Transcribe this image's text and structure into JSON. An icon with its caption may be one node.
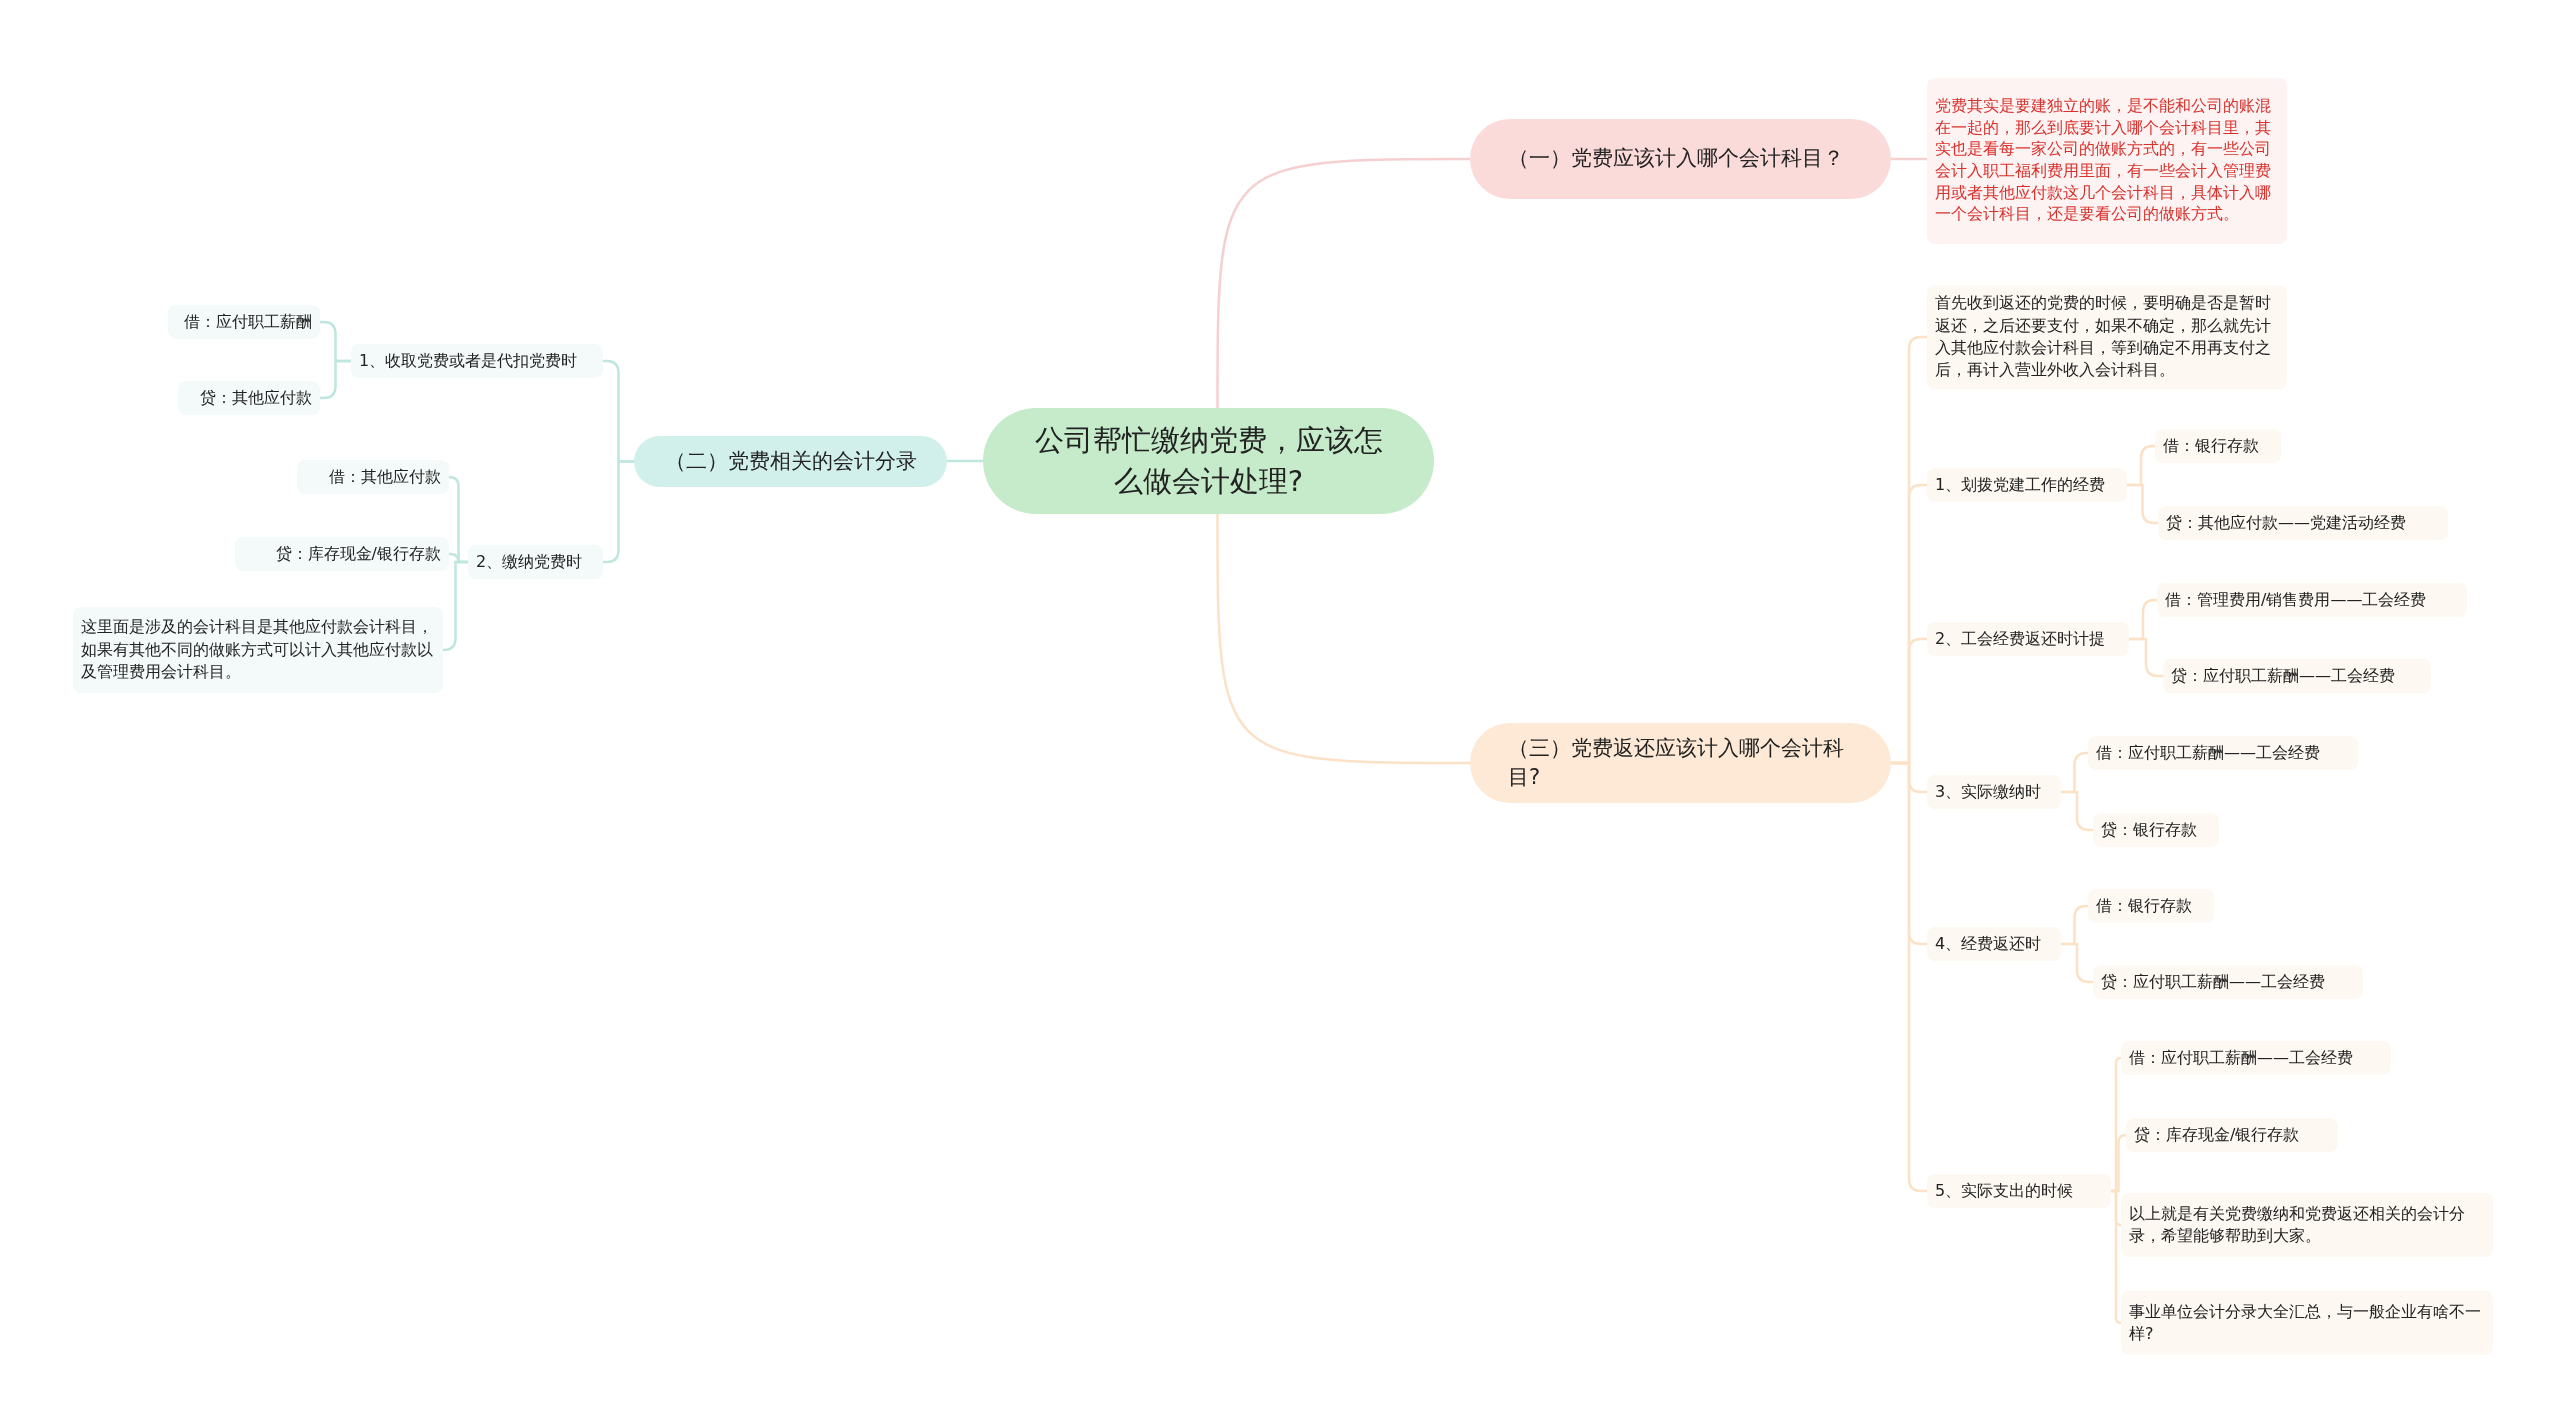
{
  "diagram": {
    "nodes": [
      {
        "text": [
          "公司帮忙缴纳党费，应该怎么做会计处理?"
        ]
      },
      {
        "text": [
          "（一）党费应该计入哪个会计科目？"
        ]
      },
      {
        "text": [
          "党费其实是要建独立的账，是不能和公司的账混在一起的，那么到底要计入哪个会计科目里，其实也是看每一家公司的做账方式的，有一些公司会计入职工福利费用里面，有一些会计入管理费用或者其他应付款这几个会计科目，具体计入哪一个会计科目，还是要看公司的做账方式。"
        ]
      },
      {
        "text": [
          "（二）党费相关的会计分录"
        ]
      },
      {
        "text": [
          "1、收取党费或者是代扣党费时"
        ]
      },
      {
        "text": [
          "借：应付职工薪酬"
        ]
      },
      {
        "text": [
          "贷：其他应付款"
        ]
      },
      {
        "text": [
          "2、缴纳党费时"
        ]
      },
      {
        "text": [
          "借：其他应付款"
        ]
      },
      {
        "text": [
          "贷：库存现金/银行存款"
        ]
      },
      {
        "text": [
          "这里面是涉及的会计科目是其他应付款会计科目，如果有其他不同的做账方式可以计入其他应付款以及管理费用会计科目。"
        ]
      },
      {
        "text": [
          "（三）党费返还应该计入哪个会计科目?"
        ]
      },
      {
        "text": [
          "首先收到返还的党费的时候，要明确是否是暂时返还，之后还要支付，如果不确定，那么就先计入其他应付款会计科目，等到确定不用再支付之后，再计入营业外收入会计科目。"
        ]
      },
      {
        "text": [
          "1、划拨党建工作的经费"
        ]
      },
      {
        "text": [
          "借：银行存款"
        ]
      },
      {
        "text": [
          "贷：其他应付款——党建活动经费"
        ]
      },
      {
        "text": [
          "2、工会经费返还时计提"
        ]
      },
      {
        "text": [
          "借：管理费用/销售费用——工会经费"
        ]
      },
      {
        "text": [
          "贷：应付职工薪酬——工会经费"
        ]
      },
      {
        "text": [
          "3、实际缴纳时"
        ]
      },
      {
        "text": [
          "借：应付职工薪酬——工会经费"
        ]
      },
      {
        "text": [
          "贷：银行存款"
        ]
      },
      {
        "text": [
          "4、经费返还时"
        ]
      },
      {
        "text": [
          "借：银行存款"
        ]
      },
      {
        "text": [
          "贷：应付职工薪酬——工会经费"
        ]
      },
      {
        "text": [
          "5、实际支出的时候"
        ]
      },
      {
        "text": [
          "借：应付职工薪酬——工会经费"
        ]
      },
      {
        "text": [
          "贷：库存现金/银行存款"
        ]
      },
      {
        "text": [
          "以上就是有关党费缴纳和党费返还相关的会计分录，希望能够帮助到大家。"
        ]
      },
      {
        "text": [
          "事业单位会计分录大全汇总，与一般企业有啥不一样?"
        ]
      }
    ],
    "edges": [
      {
        "from": 0,
        "to": 1,
        "arrow": "none",
        "color": "#f6cfcf"
      },
      {
        "from": 1,
        "to": 2,
        "arrow": "none",
        "color": "#f6cfcf"
      },
      {
        "from": 0,
        "to": 3,
        "arrow": "none",
        "color": "#bfe6df"
      },
      {
        "from": 3,
        "to": 4,
        "arrow": "none",
        "color": "#bfe6df"
      },
      {
        "from": 4,
        "to": 5,
        "arrow": "none",
        "color": "#bfe6df"
      },
      {
        "from": 4,
        "to": 6,
        "arrow": "none",
        "color": "#bfe6df"
      },
      {
        "from": 3,
        "to": 7,
        "arrow": "none",
        "color": "#bfe6df"
      },
      {
        "from": 7,
        "to": 8,
        "arrow": "none",
        "color": "#bfe6df"
      },
      {
        "from": 7,
        "to": 9,
        "arrow": "none",
        "color": "#bfe6df"
      },
      {
        "from": 7,
        "to": 10,
        "arrow": "none",
        "color": "#bfe6df"
      },
      {
        "from": 0,
        "to": 11,
        "arrow": "none"
      },
      {
        "from": 11,
        "to": 12,
        "arrow": "none"
      },
      {
        "from": 11,
        "to": 13,
        "arrow": "none"
      },
      {
        "from": 13,
        "to": 14,
        "arrow": "none"
      },
      {
        "from": 13,
        "to": 15,
        "arrow": "none"
      },
      {
        "from": 11,
        "to": 16,
        "arrow": "none"
      },
      {
        "from": 16,
        "to": 17,
        "arrow": "none"
      },
      {
        "from": 16,
        "to": 18,
        "arrow": "none"
      },
      {
        "from": 11,
        "to": 19,
        "arrow": "none"
      },
      {
        "from": 19,
        "to": 20,
        "arrow": "none"
      },
      {
        "from": 19,
        "to": 21,
        "arrow": "none"
      },
      {
        "from": 11,
        "to": 22,
        "arrow": "none"
      },
      {
        "from": 22,
        "to": 23,
        "arrow": "none"
      },
      {
        "from": 22,
        "to": 24,
        "arrow": "none"
      },
      {
        "from": 11,
        "to": 25,
        "arrow": "none"
      },
      {
        "from": 25,
        "to": 26,
        "arrow": "none"
      },
      {
        "from": 25,
        "to": 27,
        "arrow": "none"
      },
      {
        "from": 25,
        "to": 28,
        "arrow": "none"
      },
      {
        "from": 25,
        "to": 29,
        "arrow": "none"
      }
    ]
  }
}
